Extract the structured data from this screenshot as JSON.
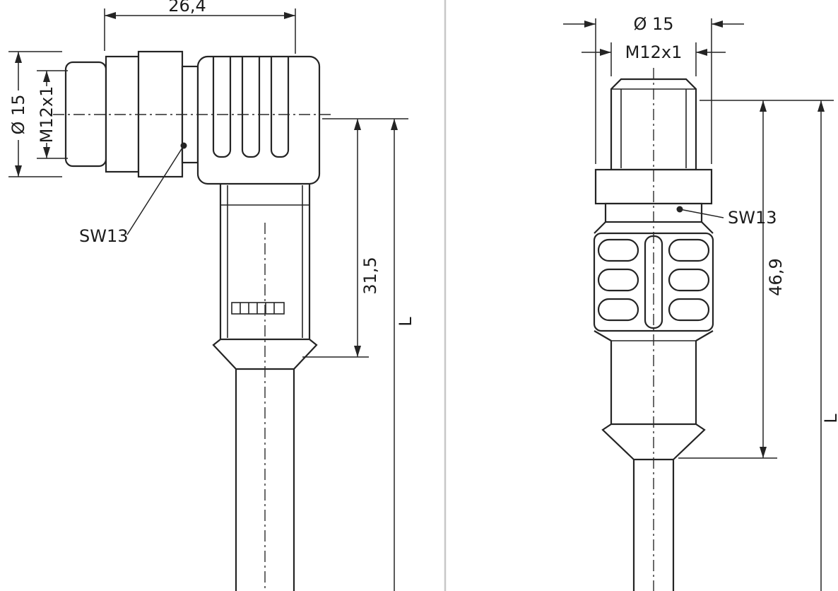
{
  "drawing": {
    "type": "technical-dimension-drawing",
    "left": {
      "view": "M12 female connector, angled 90°, side view with cable",
      "width": "26,4",
      "diameter": "Ø 15",
      "thread": "M12x1",
      "wrench": "SW13",
      "body_length": "31,5",
      "cable_length": "L"
    },
    "right": {
      "view": "M12 male connector, straight, side view with cable",
      "diameter": "Ø 15",
      "thread": "M12x1",
      "wrench": "SW13",
      "body_length": "46,9",
      "cable_length": "L"
    },
    "colors": {
      "line": "#242424",
      "background": "#ffffff",
      "divider": "#c7c7c7"
    }
  }
}
